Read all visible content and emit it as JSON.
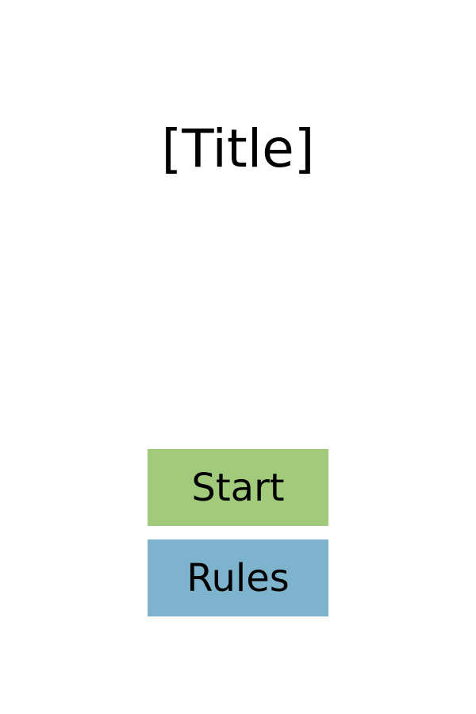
{
  "screen": {
    "title": "[Title]"
  },
  "menu": {
    "start_label": "Start",
    "rules_label": "Rules"
  },
  "colors": {
    "background": "#ffffff",
    "start_button": "#a1cb7a",
    "rules_button": "#7db3cc",
    "text": "#000000"
  }
}
